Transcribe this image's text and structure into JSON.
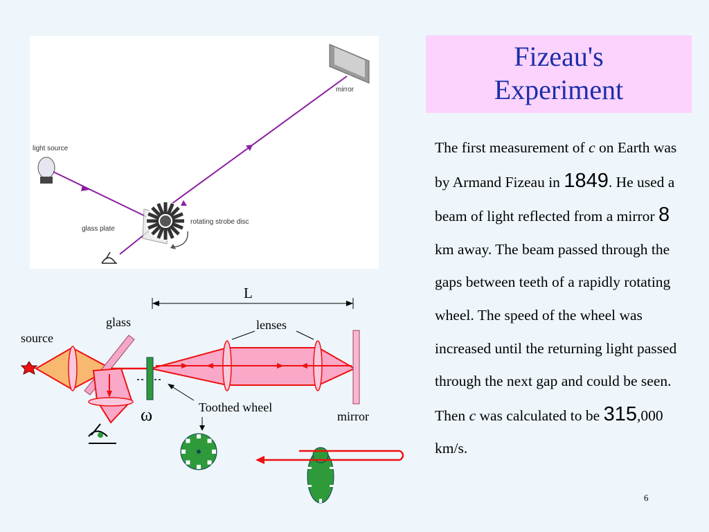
{
  "slide": {
    "title_line1": "Fizeau's",
    "title_line2": "Experiment",
    "page_number": "6"
  },
  "paragraph": {
    "t1": "The first measurement of ",
    "c1": "c",
    "t2": " on Earth was by Armand Fizeau in ",
    "year": "1849",
    "t3": ". He used a beam of light reflected from a mirror ",
    "distance": "8",
    "t4": " km away. The beam passed through the gaps between teeth of a rapidly rotating wheel. The speed of the wheel was increased until the returning light passed through the next gap and could be seen. Then ",
    "c2": "c",
    "t5": " was calculated to be ",
    "speed_big": "315",
    "speed_rest": ",000 km/s."
  },
  "photo_labels": {
    "mirror": "mirror",
    "light_source": "light source",
    "glass_plate": "glass plate",
    "strobe_disc": "rotating strobe disc"
  },
  "diagram_labels": {
    "distance": "L",
    "glass": "glass",
    "source": "source",
    "lenses": "lenses",
    "toothed_wheel": "Toothed wheel",
    "omega": "ω",
    "mirror": "mirror"
  },
  "colors": {
    "title_text": "#1c2fa7",
    "title_bg": "#fcd3fc",
    "beam": "#ee1111",
    "beam_fill": "#f7a8c8",
    "wheel": "#2e9a3a",
    "purple_ray": "#8a1fa0"
  }
}
